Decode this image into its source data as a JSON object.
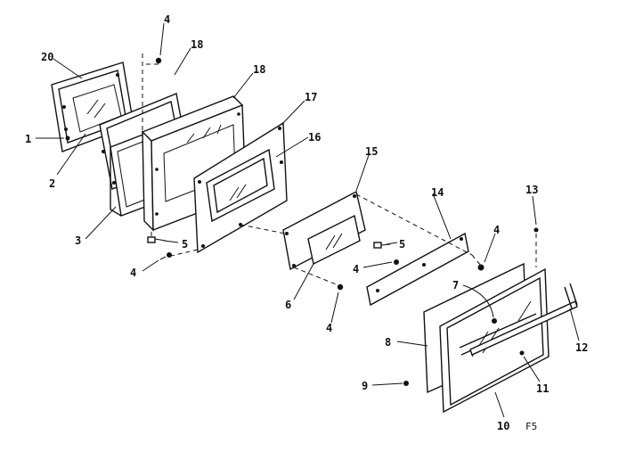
{
  "callouts": {
    "c20": "20",
    "c18a": "18",
    "c18b": "18",
    "c4_top": "4",
    "c17": "17",
    "c16": "16",
    "c1": "1",
    "c2": "2",
    "c3": "3",
    "c5a": "5",
    "c4_left": "4",
    "c15": "15",
    "c14": "14",
    "c13": "13",
    "c5b": "5",
    "c4_mid": "4",
    "c4_right": "4",
    "c6": "6",
    "c4_low": "4",
    "c7": "7",
    "c8": "8",
    "c9": "9",
    "c10": "10",
    "c11": "11",
    "c12": "12"
  },
  "figure_code": "F5"
}
